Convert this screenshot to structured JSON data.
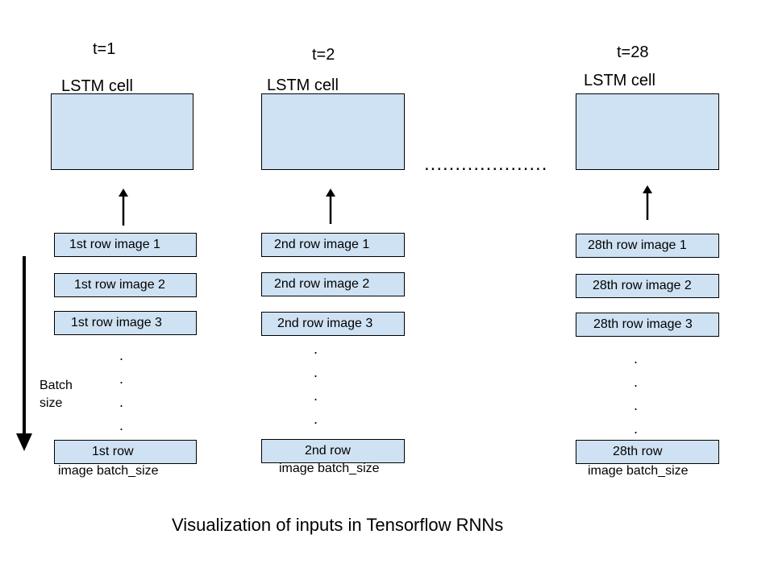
{
  "columns": [
    {
      "time_label": "t=1",
      "cell_label": "LSTM cell",
      "rows": [
        "1st row image 1",
        "1st row image 2",
        "1st row image 3"
      ],
      "last_row_line1": "1st row",
      "last_row_line2": "image batch_size"
    },
    {
      "time_label": "t=2",
      "cell_label": "LSTM cell",
      "rows": [
        "2nd row image 1",
        "2nd row image 2",
        "2nd row image 3"
      ],
      "last_row_line1": "2nd row",
      "last_row_line2": "image batch_size"
    },
    {
      "time_label": "t=28",
      "cell_label": "LSTM cell",
      "rows": [
        "28th row image 1",
        "28th row image 2",
        "28th row image 3"
      ],
      "last_row_line1": "28th row",
      "last_row_line2": "image batch_size"
    }
  ],
  "dots": ".",
  "between_ellipsis": "....................",
  "batch_label_line1": "Batch",
  "batch_label_line2": "size",
  "caption": "Visualization of inputs in Tensorflow RNNs",
  "colors": {
    "box_fill": "#cfe2f3",
    "stroke": "#000000"
  }
}
